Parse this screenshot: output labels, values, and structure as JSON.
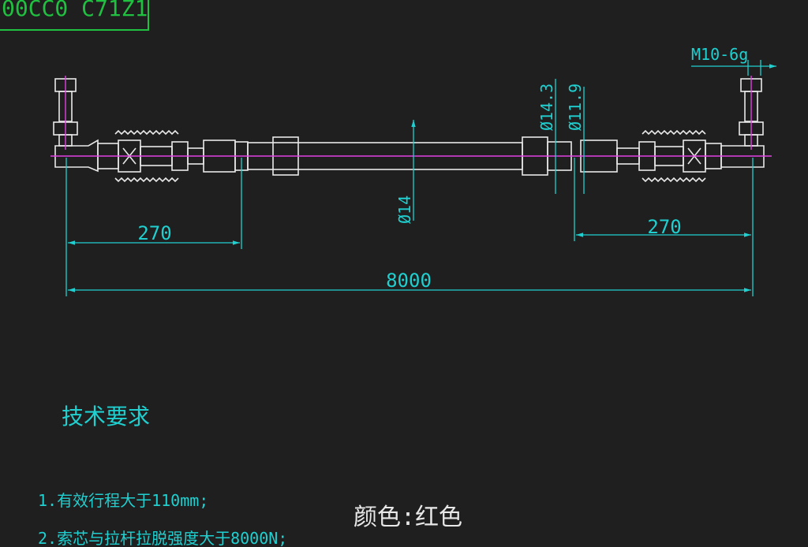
{
  "drawing": {
    "title_block_text": "00CC0 C71Z1",
    "dimensions": {
      "left_end": "270",
      "right_end": "270",
      "overall": "8000",
      "rod_diameter": "Ø14",
      "outer_diameter": "Ø14.3",
      "inner_diameter": "Ø11.9",
      "thread": "M10-6g"
    }
  },
  "notes": {
    "heading": "技术要求",
    "items": [
      "1.有效行程大于110mm;",
      "2.索芯与拉杆拉脱强度大于8000N;"
    ],
    "color_note": "颜色:红色"
  },
  "colors": {
    "background": "#1f1f1f",
    "outline": "#e8e8e8",
    "centerline": "#e040e0",
    "dimension": "#20d0d0",
    "title_box": "#20c040"
  }
}
